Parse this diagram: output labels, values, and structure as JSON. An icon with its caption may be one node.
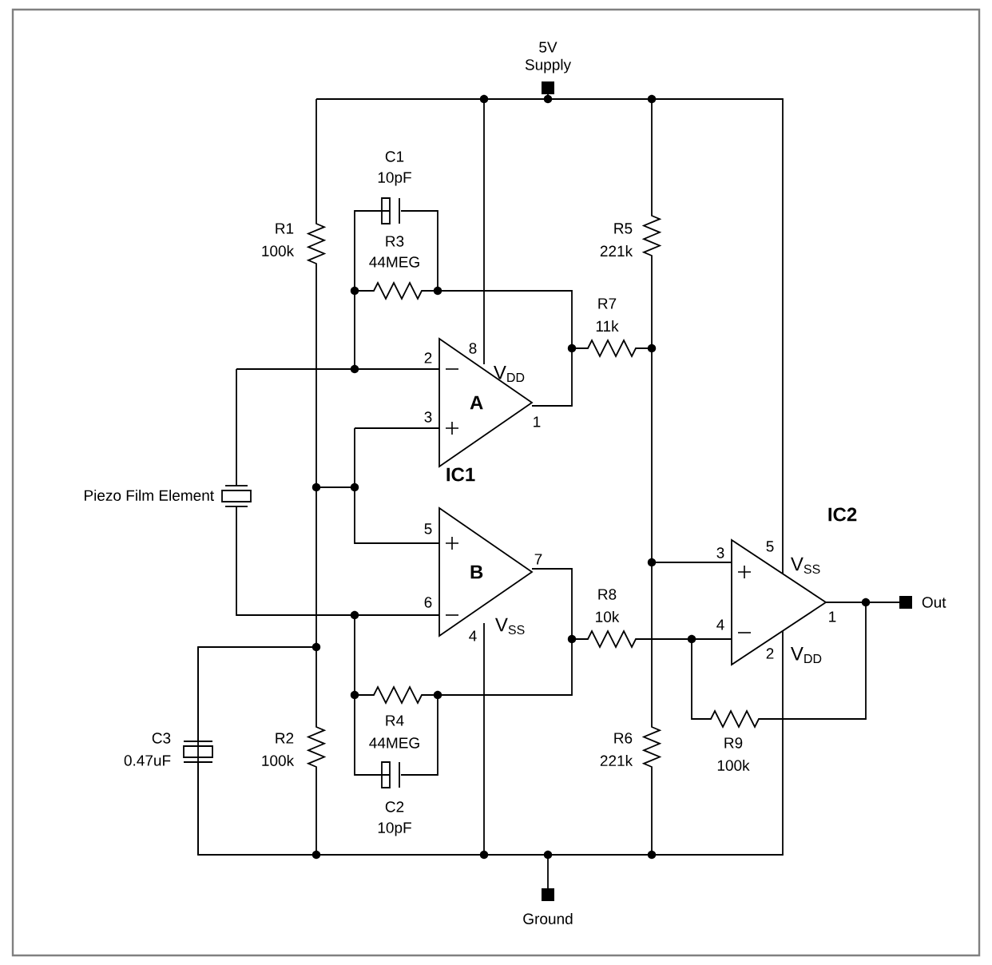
{
  "diagram": {
    "nodes": [
      {
        "text": [
          "A"
        ]
      },
      {
        "text": [
          "B"
        ]
      },
      {
        "text": [],
        "shape": "triangle"
      }
    ],
    "edges": [],
    "labels": [
      "5V Supply",
      "C1",
      "10pF",
      "R1",
      "100k",
      "R3",
      "44MEG",
      "R5",
      "221k",
      "R7",
      "11k",
      "2",
      "8",
      "V$_{DD}$",
      "1",
      "3",
      "Piezo Film Element",
      "IC1",
      "5",
      "7",
      "IC2",
      "3",
      "5",
      "V$_{SS}$",
      "R8",
      "10k",
      "6",
      "V$_{SS}$",
      "4",
      "4",
      "1",
      "Out",
      "2",
      "V$_{DD}$",
      "C3",
      "0.47uF",
      "R2",
      "100k",
      "R4",
      "44MEG",
      "R9",
      "100k",
      "R6",
      "221k",
      "C2",
      "10pF",
      "Ground"
    ]
  }
}
